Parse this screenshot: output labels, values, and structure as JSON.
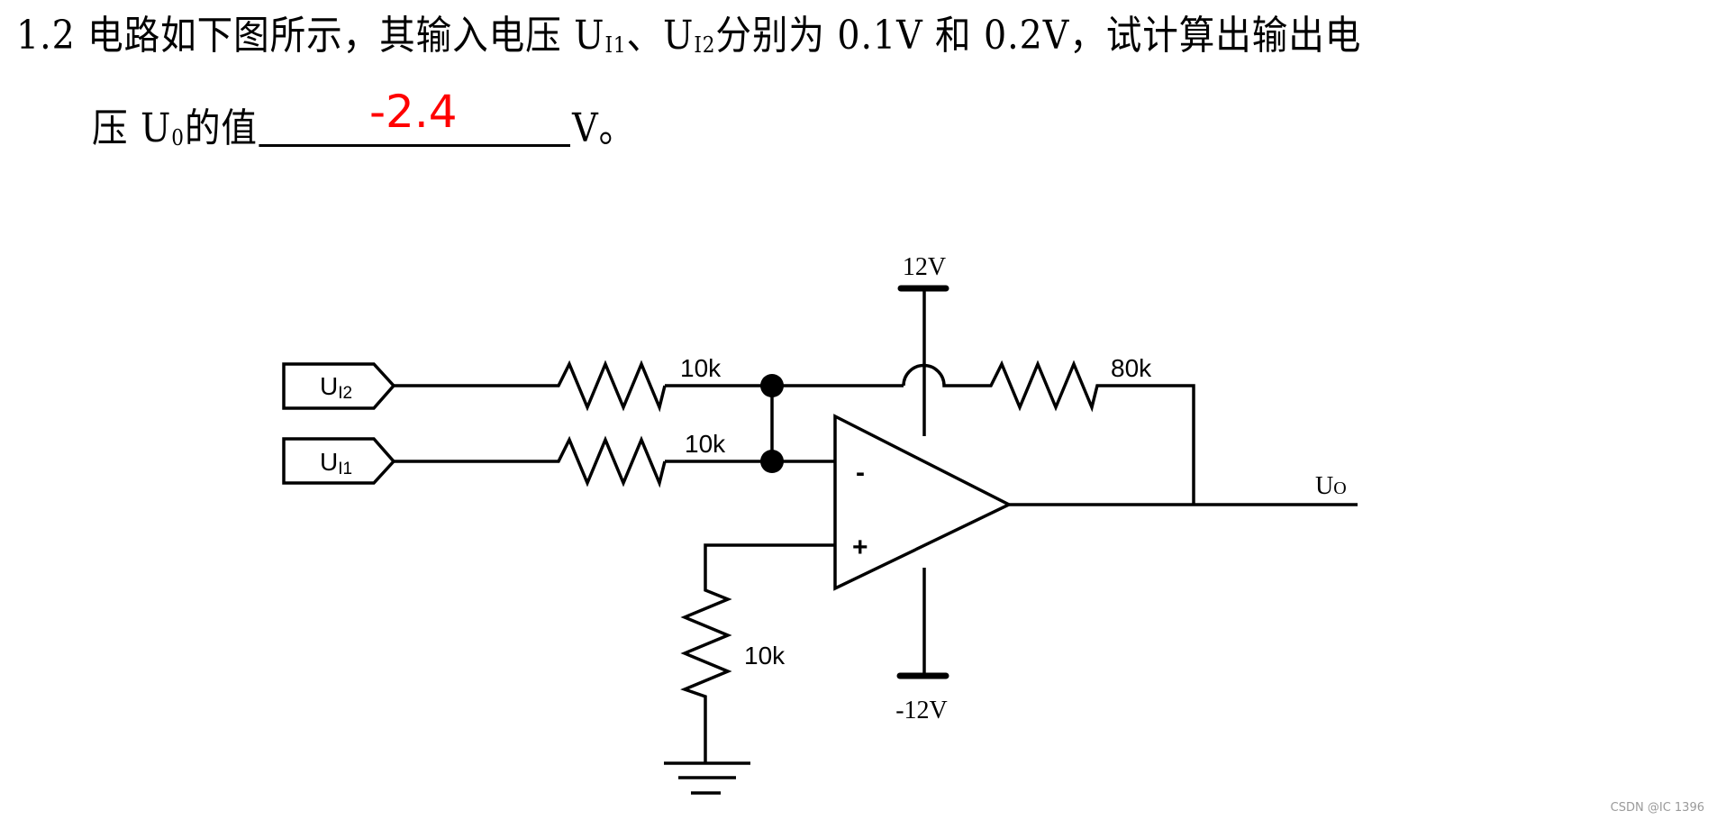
{
  "question": {
    "number": "1.2",
    "line1_before_ui1": "电路如下图所示，其输入电压",
    "ui1_base": "U",
    "ui1_sub": "I1",
    "separator": "、",
    "ui2_base": "U",
    "ui2_sub": "I2",
    "line1_after": "分别为 0.1V 和 0.2V，试计算出输出电",
    "line2_before": "压",
    "uo_base": "U",
    "uo_sub": "0",
    "line2_mid": "的值",
    "line2_after": "V。",
    "answer": "-2.4",
    "answer_color": "#ff0000"
  },
  "circuit": {
    "inputs": [
      {
        "base": "U",
        "sub": "I2"
      },
      {
        "base": "U",
        "sub": "I1"
      }
    ],
    "resistors": {
      "r_in2": "10k",
      "r_in1": "10k",
      "r_feedback": "80k",
      "r_ground": "10k"
    },
    "supply_positive": "12V",
    "supply_negative": "-12V",
    "opamp_minus": "-",
    "opamp_plus": "+",
    "output": {
      "base": "U",
      "sub": "O"
    }
  },
  "watermark": "CSDN @IC 1396"
}
